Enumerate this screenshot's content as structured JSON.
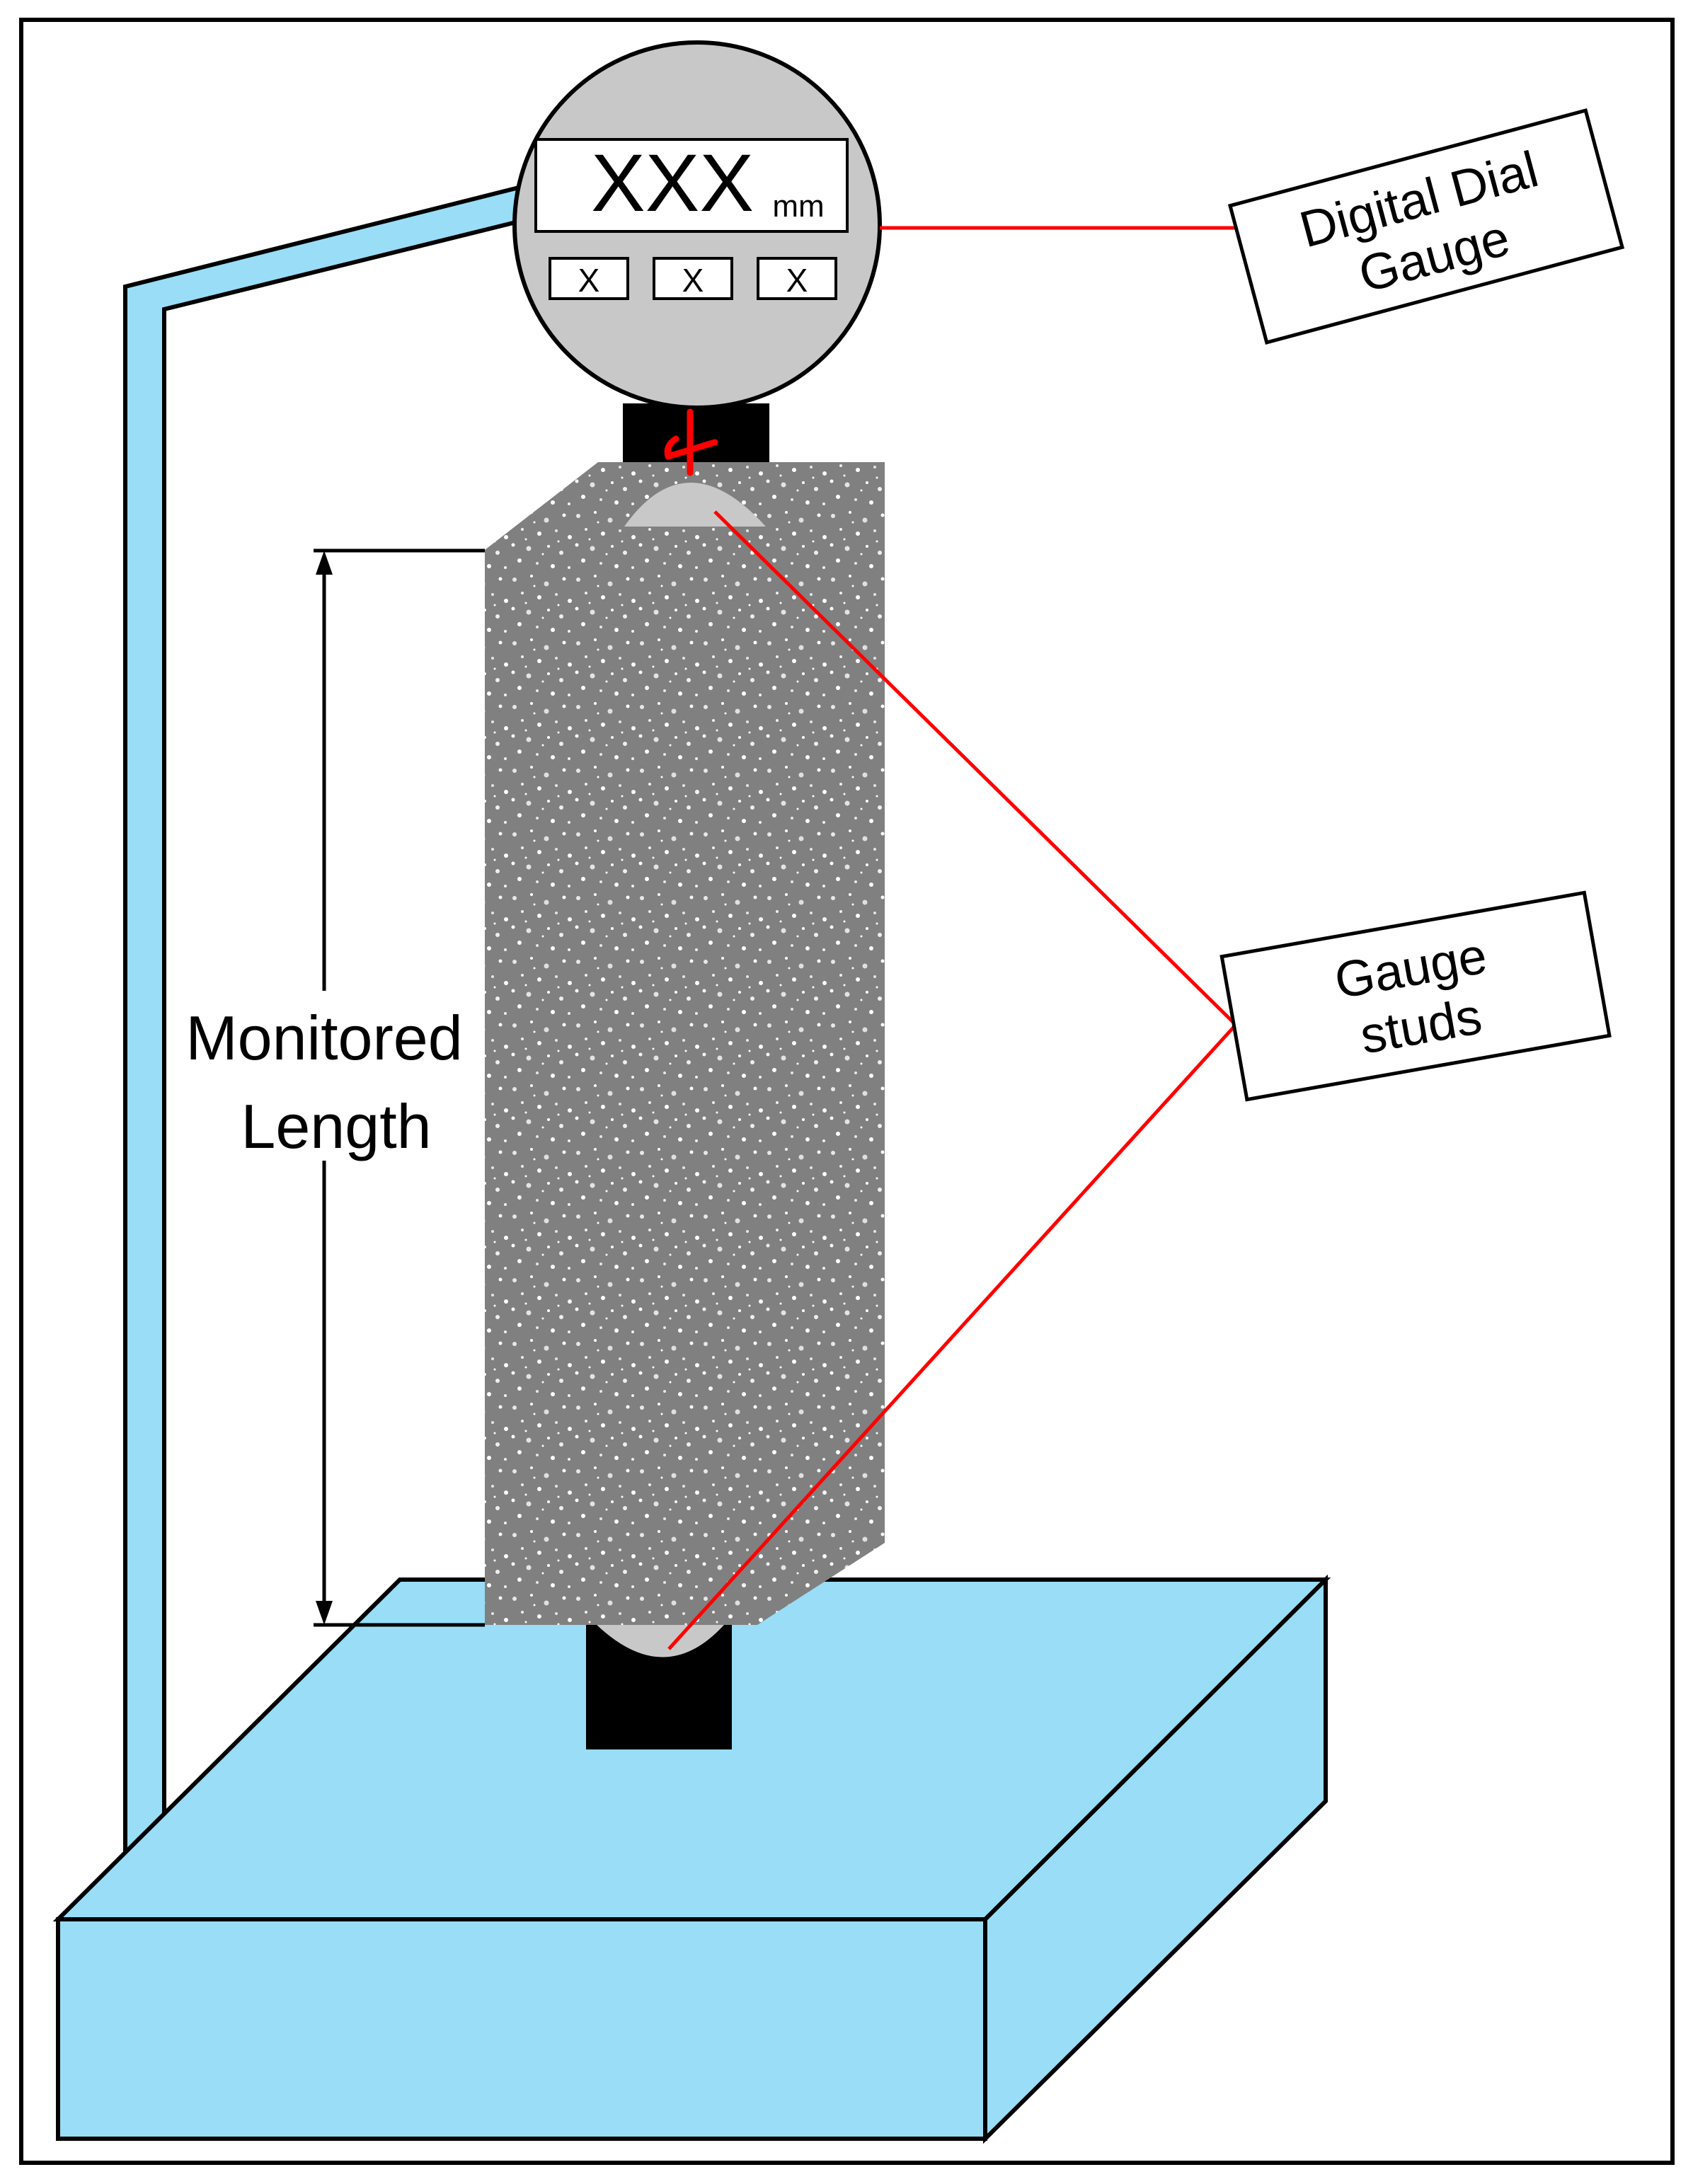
{
  "gauge": {
    "reading": "XXX",
    "unit": "mm",
    "buttons": [
      "X",
      "X",
      "X"
    ]
  },
  "labels": {
    "gauge_line1": "Digital Dial",
    "gauge_line2": "Gauge",
    "studs_line1": "Gauge",
    "studs_line2": "studs",
    "length_line1": "Monitored",
    "length_line2": "Length"
  },
  "colors": {
    "stand_blue": "#99DDF7",
    "pointer_red": "#FF0000",
    "specimen_gray": "#808080",
    "gauge_gray": "#C8C8C8"
  }
}
